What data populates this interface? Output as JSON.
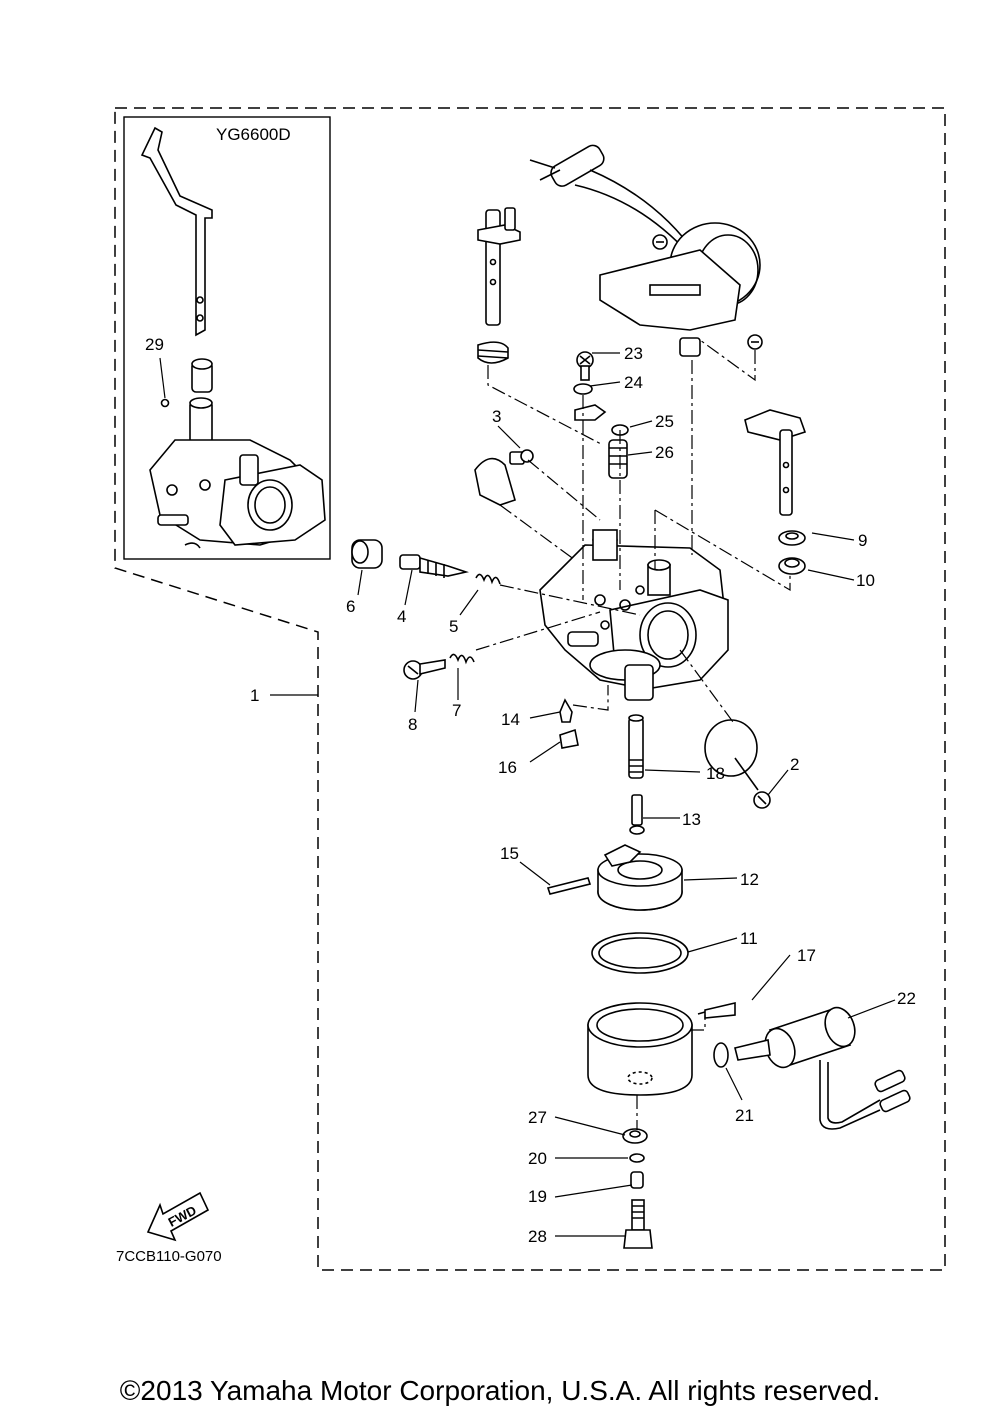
{
  "diagram": {
    "inset_model": "YG6600D",
    "drawing_code": "7CCB110-G070",
    "fwd_label": "FWD",
    "copyright": "©2013 Yamaha Motor Corporation, U.S.A. All rights reserved.",
    "part_numbers": [
      "1",
      "2",
      "3",
      "4",
      "5",
      "6",
      "7",
      "8",
      "9",
      "10",
      "11",
      "12",
      "13",
      "14",
      "15",
      "16",
      "17",
      "18",
      "19",
      "20",
      "21",
      "22",
      "23",
      "24",
      "25",
      "26",
      "27",
      "28",
      "29"
    ]
  }
}
